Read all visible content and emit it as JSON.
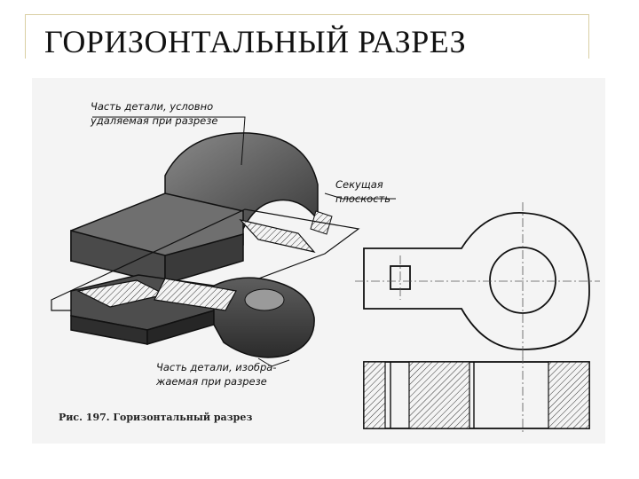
{
  "slide": {
    "title": "ГОРИЗОНТАЛЬНЫЙ РАЗРЕЗ"
  },
  "figure": {
    "labels": {
      "removed_part_line1": "Часть детали, условно",
      "removed_part_line2": "удаляемая при разрезе",
      "cutting_plane_line1": "Секущая",
      "cutting_plane_line2": "плоскость",
      "shown_part_line1": "Часть детали, изобра-",
      "shown_part_line2": "жаемая при разрезе"
    },
    "caption": "Рис. 197. Горизонтальный разрез"
  }
}
